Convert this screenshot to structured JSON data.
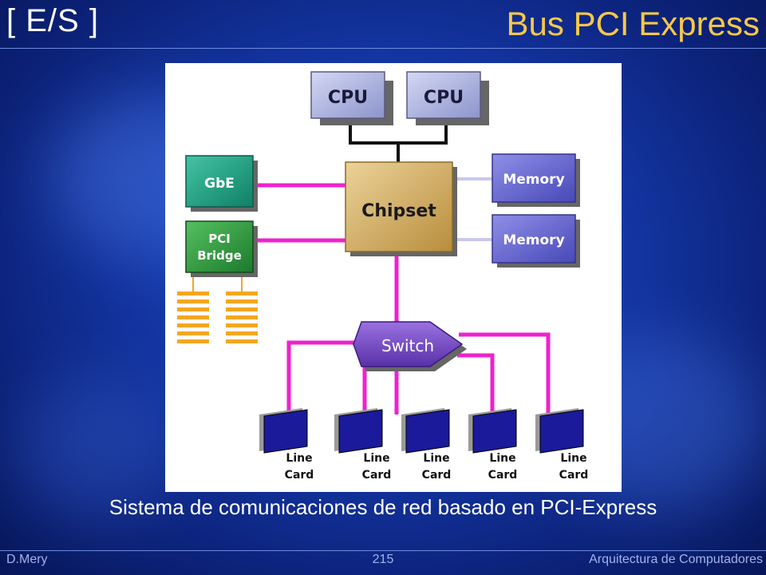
{
  "header": {
    "section": "[ E/S ]",
    "title": "Bus PCI Express"
  },
  "diagram": {
    "cpu_left": "CPU",
    "cpu_right": "CPU",
    "chipset": "Chipset",
    "memory_top": "Memory",
    "memory_bottom": "Memory",
    "gbe": "GbE",
    "pci_bridge_line1": "PCI",
    "pci_bridge_line2": "Bridge",
    "switch": "Switch",
    "line_cards": [
      {
        "line1": "Line",
        "line2": "Card"
      },
      {
        "line1": "Line",
        "line2": "Card"
      },
      {
        "line1": "Line",
        "line2": "Card"
      },
      {
        "line1": "Line",
        "line2": "Card"
      },
      {
        "line1": "Line",
        "line2": "Card"
      }
    ],
    "colors": {
      "link": "#ee22cc",
      "chipset": "#d6b46a",
      "cpu": "#aab2de",
      "memory": "#6f6fd8",
      "gbe": "#22a888",
      "pci_bridge": "#33a844",
      "switch": "#7a4ec8",
      "card": "#1a1a9a",
      "slot": "#f5a623"
    }
  },
  "caption": "Sistema de comunicaciones de red basado en PCI-Express",
  "footer": {
    "author": "D.Mery",
    "page": "215",
    "course": "Arquitectura de Computadores"
  }
}
